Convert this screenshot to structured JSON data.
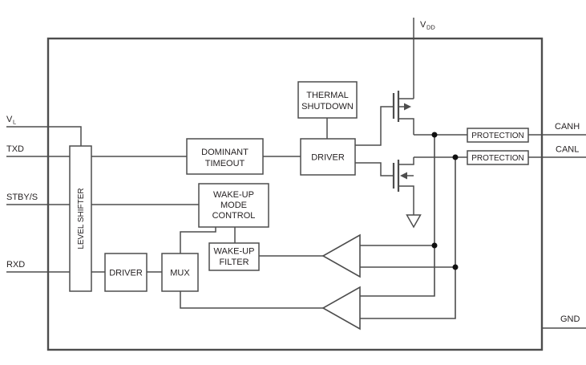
{
  "diagram": {
    "type": "block-diagram",
    "description": "CAN transceiver functional block diagram",
    "colors": {
      "line": "#4d4d4d",
      "text": "#231f20",
      "background": "#ffffff",
      "junction": "#111111"
    }
  },
  "pins": {
    "vl": {
      "base": "V",
      "sub": "L"
    },
    "txd": "TXD",
    "stby": "STBY/S",
    "rxd": "RXD",
    "vdd": {
      "base": "V",
      "sub": "DD"
    },
    "canh": "CANH",
    "canl": "CANL",
    "gnd": "GND"
  },
  "blocks": {
    "level_shifter": {
      "label": "LEVEL SHIFTER"
    },
    "dominant_timeout": {
      "l1": "DOMINANT",
      "l2": "TIMEOUT"
    },
    "thermal_shutdown": {
      "l1": "THERMAL",
      "l2": "SHUTDOWN"
    },
    "driver_top": {
      "label": "DRIVER"
    },
    "wakeup_mode_control": {
      "l1": "WAKE-UP",
      "l2": "MODE",
      "l3": "CONTROL"
    },
    "wakeup_filter": {
      "l1": "WAKE-UP",
      "l2": "FILTER"
    },
    "driver_bottom": {
      "label": "DRIVER"
    },
    "mux": {
      "label": "MUX"
    },
    "protection_canh": {
      "label": "PROTECTION"
    },
    "protection_canl": {
      "label": "PROTECTION"
    }
  }
}
